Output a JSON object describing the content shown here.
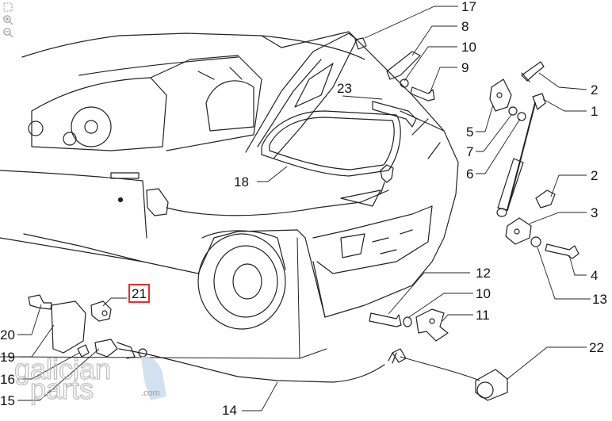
{
  "diagram": {
    "highlighted_callout": "21",
    "callouts": {
      "c1": "1",
      "c2a": "2",
      "c2b": "2",
      "c3": "3",
      "c4": "4",
      "c5": "5",
      "c6": "6",
      "c7": "7",
      "c8": "8",
      "c9": "9",
      "c10a": "10",
      "c10b": "10",
      "c11": "11",
      "c12": "12",
      "c13": "13",
      "c14": "14",
      "c15": "15",
      "c16": "16",
      "c17": "17",
      "c18": "18",
      "c19": "19",
      "c20": "20",
      "c21": "21",
      "c22": "22",
      "c23": "23"
    },
    "colors": {
      "line": "#222222",
      "highlight": "#e0302f",
      "watermark": "#bdbdbd",
      "watermark_accent": "#c9dced"
    }
  },
  "watermark": {
    "brand_line1": "galician",
    "brand_line2": "parts",
    "domain": ".com"
  },
  "toolbar": {
    "icons": [
      "fit-screen-icon",
      "zoom-in-icon",
      "zoom-out-icon"
    ]
  }
}
